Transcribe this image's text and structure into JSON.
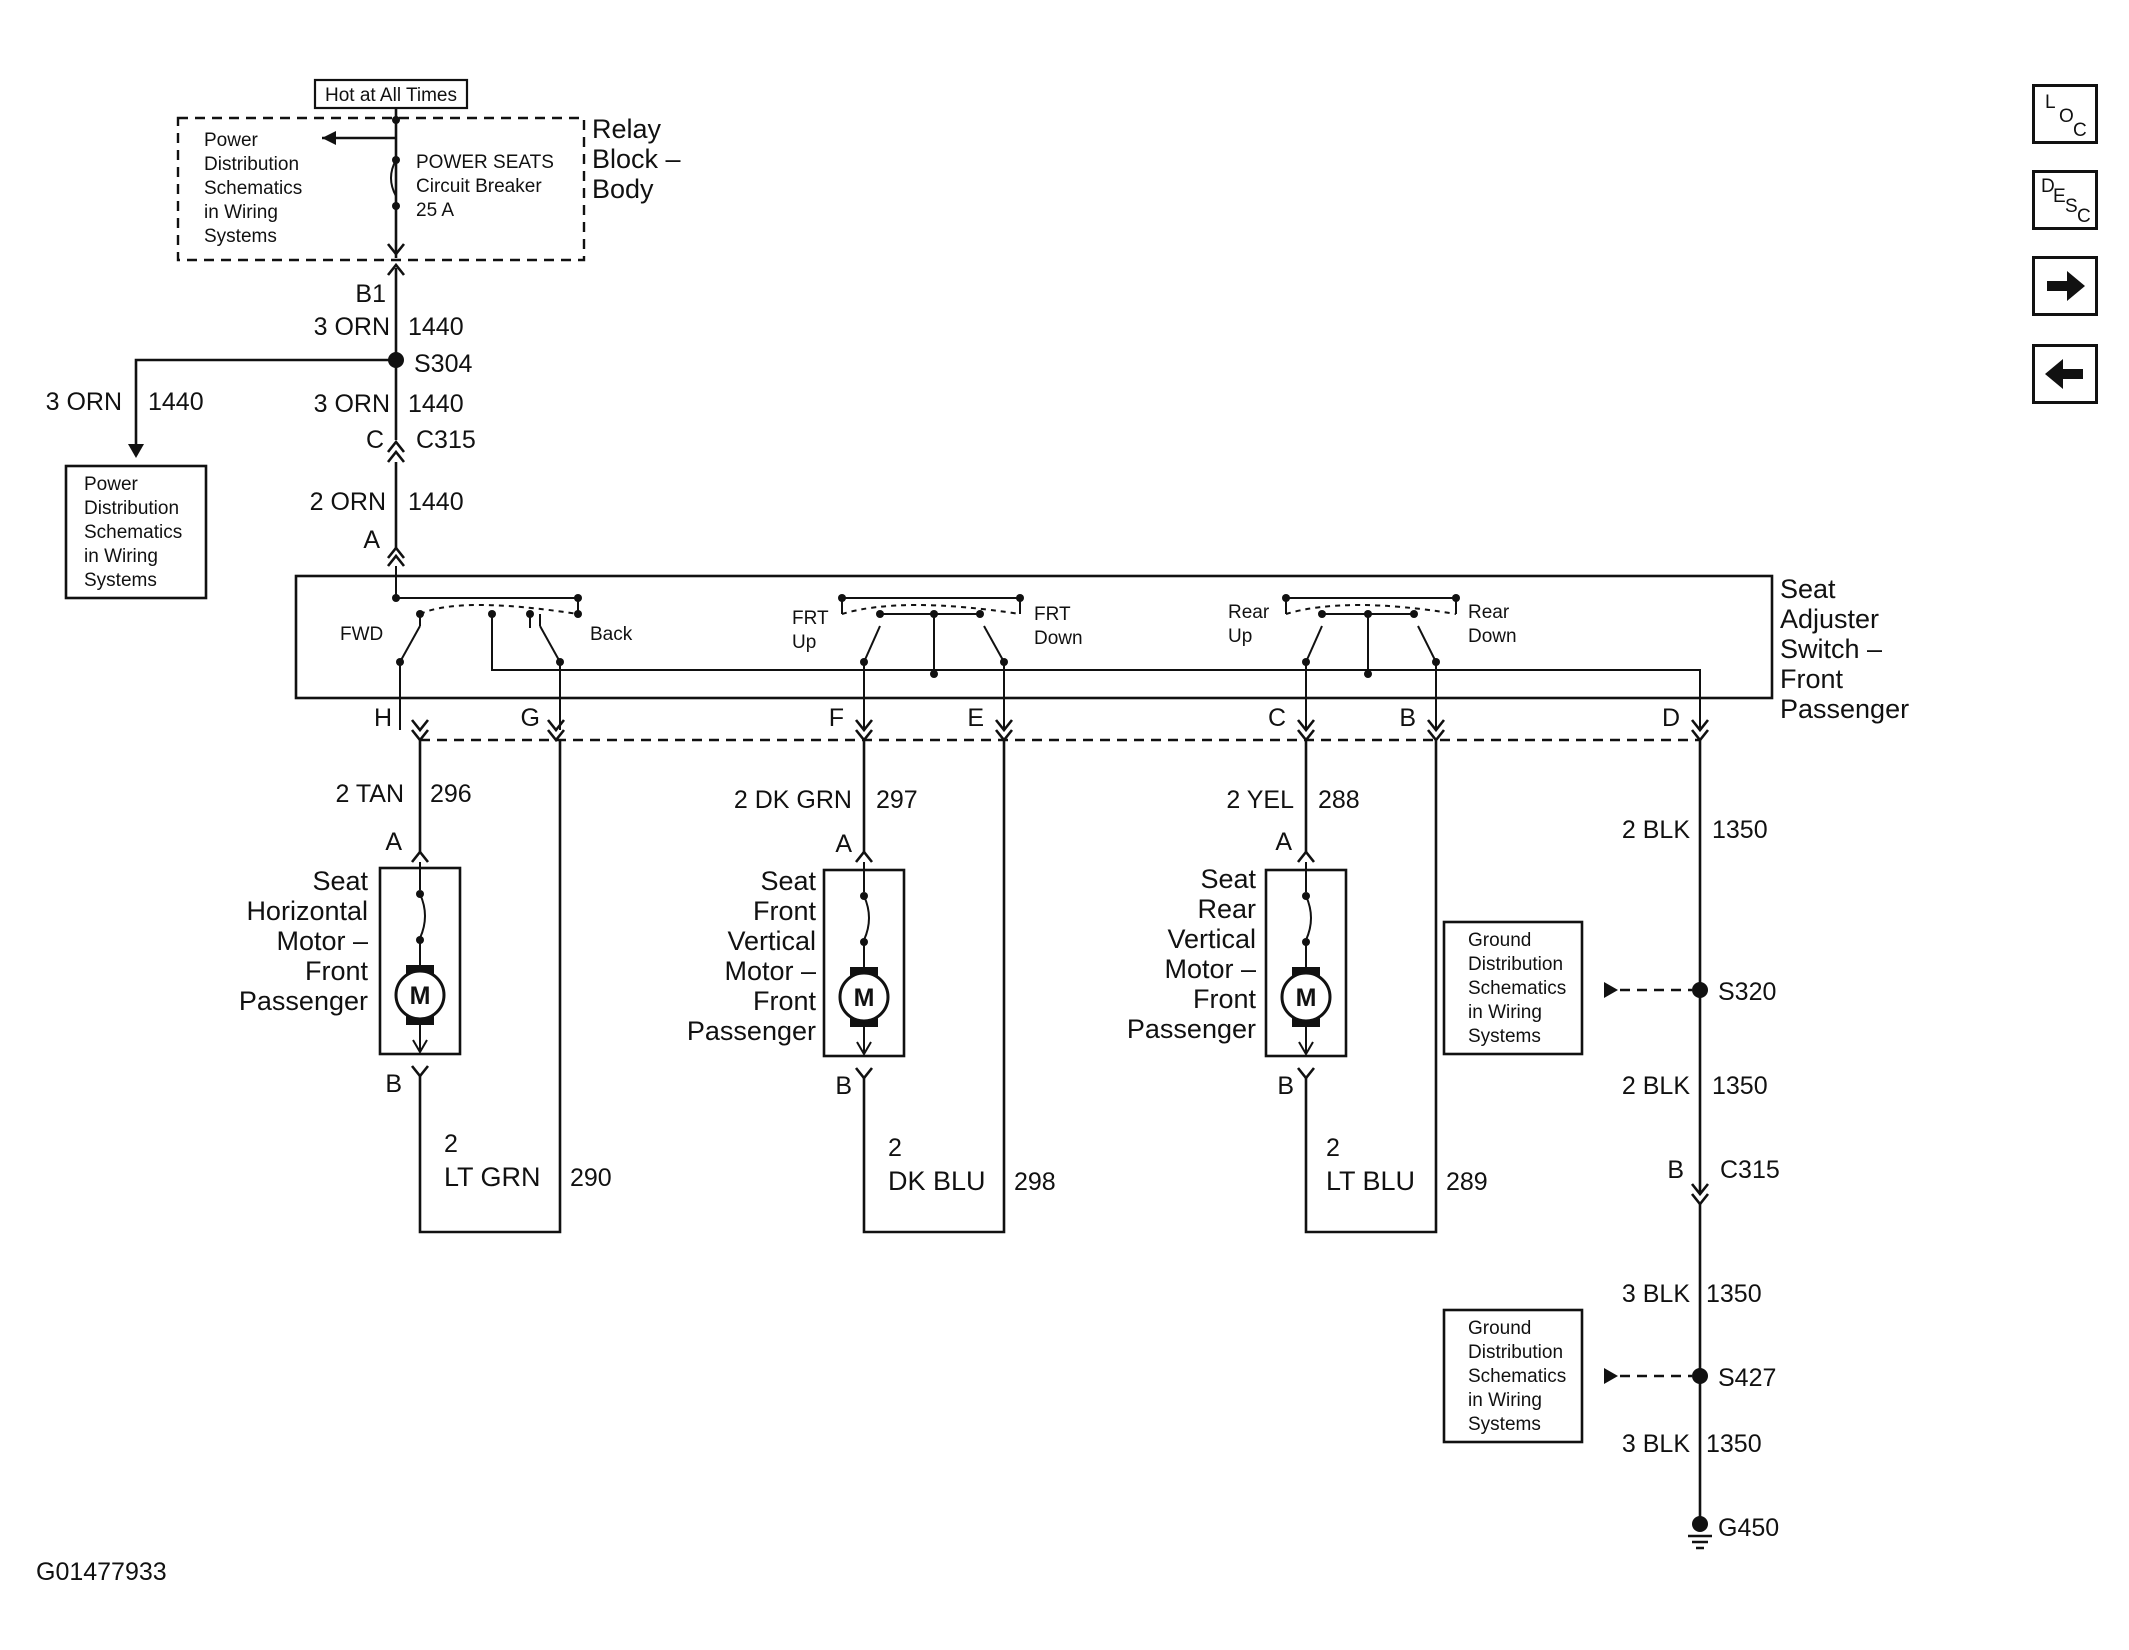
{
  "diagram_id": "G01477933",
  "nav": {
    "loc": {
      "l1": "L",
      "l2": "O",
      "l3": "C"
    },
    "desc": {
      "l1": "D",
      "l2": "E",
      "l3": "S",
      "l4": "C"
    },
    "next_glyph": "🡆",
    "prev_glyph": "🡄",
    "icons": {
      "next": "arrow-right-icon",
      "prev": "arrow-left-icon"
    }
  },
  "relay_block": {
    "hot_label": "Hot at All Times",
    "pd_note": [
      "Power",
      "Distribution",
      "Schematics",
      "in Wiring",
      "Systems"
    ],
    "breaker": [
      "POWER SEATS",
      "Circuit Breaker",
      "25 A"
    ],
    "title": [
      "Relay",
      "Block –",
      "Body"
    ],
    "terminal": "B1"
  },
  "feed": {
    "wire1_size_color": "3 ORN",
    "wire1_circuit": "1440",
    "splice": "S304",
    "branch_size_color": "3 ORN",
    "branch_circuit": "1440",
    "branch_note": [
      "Power",
      "Distribution",
      "Schematics",
      "in Wiring",
      "Systems"
    ],
    "wire2_size_color": "3 ORN",
    "wire2_circuit": "1440",
    "conn_pin": "C",
    "conn_name": "C315",
    "wire3_size_color": "2 ORN",
    "wire3_circuit": "1440",
    "switch_pin": "A"
  },
  "switch": {
    "title": [
      "Seat",
      "Adjuster",
      "Switch –",
      "Front",
      "Passenger"
    ],
    "labels": {
      "fwd": "FWD",
      "back": "Back",
      "frt_up": [
        "FRT",
        "Up"
      ],
      "frt_down": [
        "FRT",
        "Down"
      ],
      "rear_up": [
        "Rear",
        "Up"
      ],
      "rear_down": [
        "Rear",
        "Down"
      ]
    },
    "pins": [
      "H",
      "G",
      "F",
      "E",
      "C",
      "B",
      "D"
    ]
  },
  "motors": [
    {
      "name": [
        "Seat",
        "Horizontal",
        "Motor –",
        "Front",
        "Passenger"
      ],
      "top_wire_size_color": "2 TAN",
      "top_wire_circuit": "296",
      "pin_a": "A",
      "pin_b": "B",
      "symbol": "M",
      "return_size": "2",
      "return_color": "LT GRN",
      "return_circuit": "290"
    },
    {
      "name": [
        "Seat",
        "Front",
        "Vertical",
        "Motor –",
        "Front",
        "Passenger"
      ],
      "top_wire_size_color": "2 DK GRN",
      "top_wire_circuit": "297",
      "pin_a": "A",
      "pin_b": "B",
      "symbol": "M",
      "return_size": "2",
      "return_color": "DK BLU",
      "return_circuit": "298"
    },
    {
      "name": [
        "Seat",
        "Rear",
        "Vertical",
        "Motor –",
        "Front",
        "Passenger"
      ],
      "top_wire_size_color": "2 YEL",
      "top_wire_circuit": "288",
      "pin_a": "A",
      "pin_b": "B",
      "symbol": "M",
      "return_size": "2",
      "return_color": "LT BLU",
      "return_circuit": "289"
    }
  ],
  "ground": {
    "w1_size_color": "2 BLK",
    "w1_circuit": "1350",
    "splice1": "S320",
    "note1": [
      "Ground",
      "Distribution",
      "Schematics",
      "in Wiring",
      "Systems"
    ],
    "w2_size_color": "2 BLK",
    "w2_circuit": "1350",
    "conn_pin": "B",
    "conn_name": "C315",
    "w3_size_color": "3 BLK",
    "w3_circuit": "1350",
    "splice2": "S427",
    "note2": [
      "Ground",
      "Distribution",
      "Schematics",
      "in Wiring",
      "Systems"
    ],
    "w4_size_color": "3 BLK",
    "w4_circuit": "1350",
    "ground_point": "G450"
  }
}
